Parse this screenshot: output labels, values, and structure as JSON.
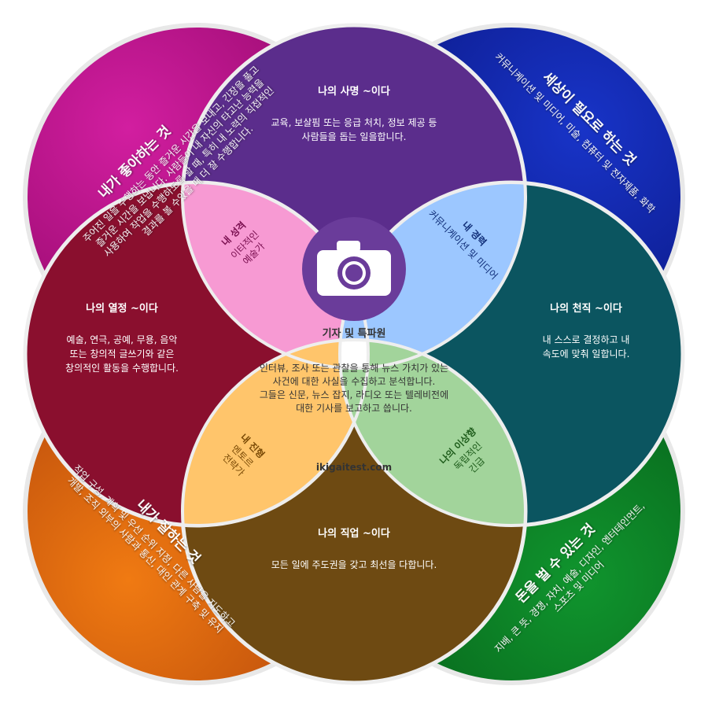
{
  "colors": {
    "love": "#b0067e",
    "world_needs": "#0d1ea6",
    "paid_for": "#0a7a22",
    "good_at": "#d95c0a",
    "mission": "#5b2d8c",
    "passion": "#8a0f2e",
    "vocation": "#0b5560",
    "profession": "#6e4a12",
    "personality": "#f79ad3",
    "experience": "#9cc7ff",
    "ideal": "#a2d49b",
    "preference": "#ffc56b",
    "center": "#ffffff",
    "camera_purple": "#6a3c9a"
  },
  "big_circles": {
    "love": {
      "title": "내가 좋아하는 것",
      "lines": [
        "주어진 일을 수행하는 동안 즐거운 시간을 보내고, 긴장을 풀고",
        "즐거운 시간을 보냅니다. 사람들이 내 자신의 타고난 능력을",
        "사용하여 작업을 수행하도록 할 때, 특히 내 노력의 직접적인",
        "결과를 볼 수있을 때 더 잘 수행합니다."
      ]
    },
    "world_needs": {
      "title": "세상이 필요로 하는 것",
      "lines": [
        "커뮤니케이션 및 미디어, 미술, 컴퓨터 및 전자제품, 화학"
      ]
    },
    "paid_for": {
      "title": "돈을 벌 수 있는 것",
      "lines": [
        "지배, 큰 뜻, 경쟁, 자치, 예술, 디자인, 엔터테인먼트,",
        "스포츠 및 미디어"
      ]
    },
    "good_at": {
      "title": "내가 잘하는 것",
      "lines": [
        "작업 구성, 계획 및 우선 순위 지정, 다른 사람을 지도하고",
        "개발, 조직 외부의 사람과 통신, 대인 관계 구축 및 유지"
      ]
    }
  },
  "regions": {
    "mission": {
      "title": "나의 사명 ~이다",
      "lines": [
        "교육, 보살핌 또는 응급 처치, 정보 제공 등",
        "사람들을 돕는 일을합니다."
      ]
    },
    "passion": {
      "title": "나의 열정 ~이다",
      "lines": [
        "예술, 연극, 공예, 무용, 음악",
        "또는 창의적 글쓰기와 같은",
        "창의적인 활동을 수행합니다."
      ]
    },
    "vocation": {
      "title": "나의 천직 ~이다",
      "lines": [
        "내 스스로 결정하고 내",
        "속도에 맞춰 일합니다."
      ]
    },
    "profession": {
      "title": "나의 직업 ~이다",
      "lines": [
        "모든 일에 주도권을 갖고 최선을 다합니다."
      ]
    }
  },
  "petals": {
    "personality": {
      "title": "내 성격",
      "lines": [
        "이타적인",
        "예술가"
      ]
    },
    "experience": {
      "title": "내 경력",
      "lines": [
        "커뮤니케이션 및 미디어"
      ]
    },
    "ideal": {
      "title": "나의 이상향",
      "lines": [
        "독립적인",
        "긴급"
      ]
    },
    "preference": {
      "title": "내 진형",
      "lines": [
        "멘토르",
        "전략가"
      ]
    }
  },
  "center": {
    "icon": "camera-icon",
    "title": "기자 및 특파원",
    "lines": [
      "인터뷰, 조사 또는 관찰을 통해 뉴스 가치가 있는",
      "사건에 대한 사실을 수집하고 분석합니다.",
      "그들은 신문, 뉴스 잡지, 라디오 또는 텔레비전에",
      "대한 기사를 보고하고 씁니다."
    ],
    "site": "ikigaitest.com"
  }
}
